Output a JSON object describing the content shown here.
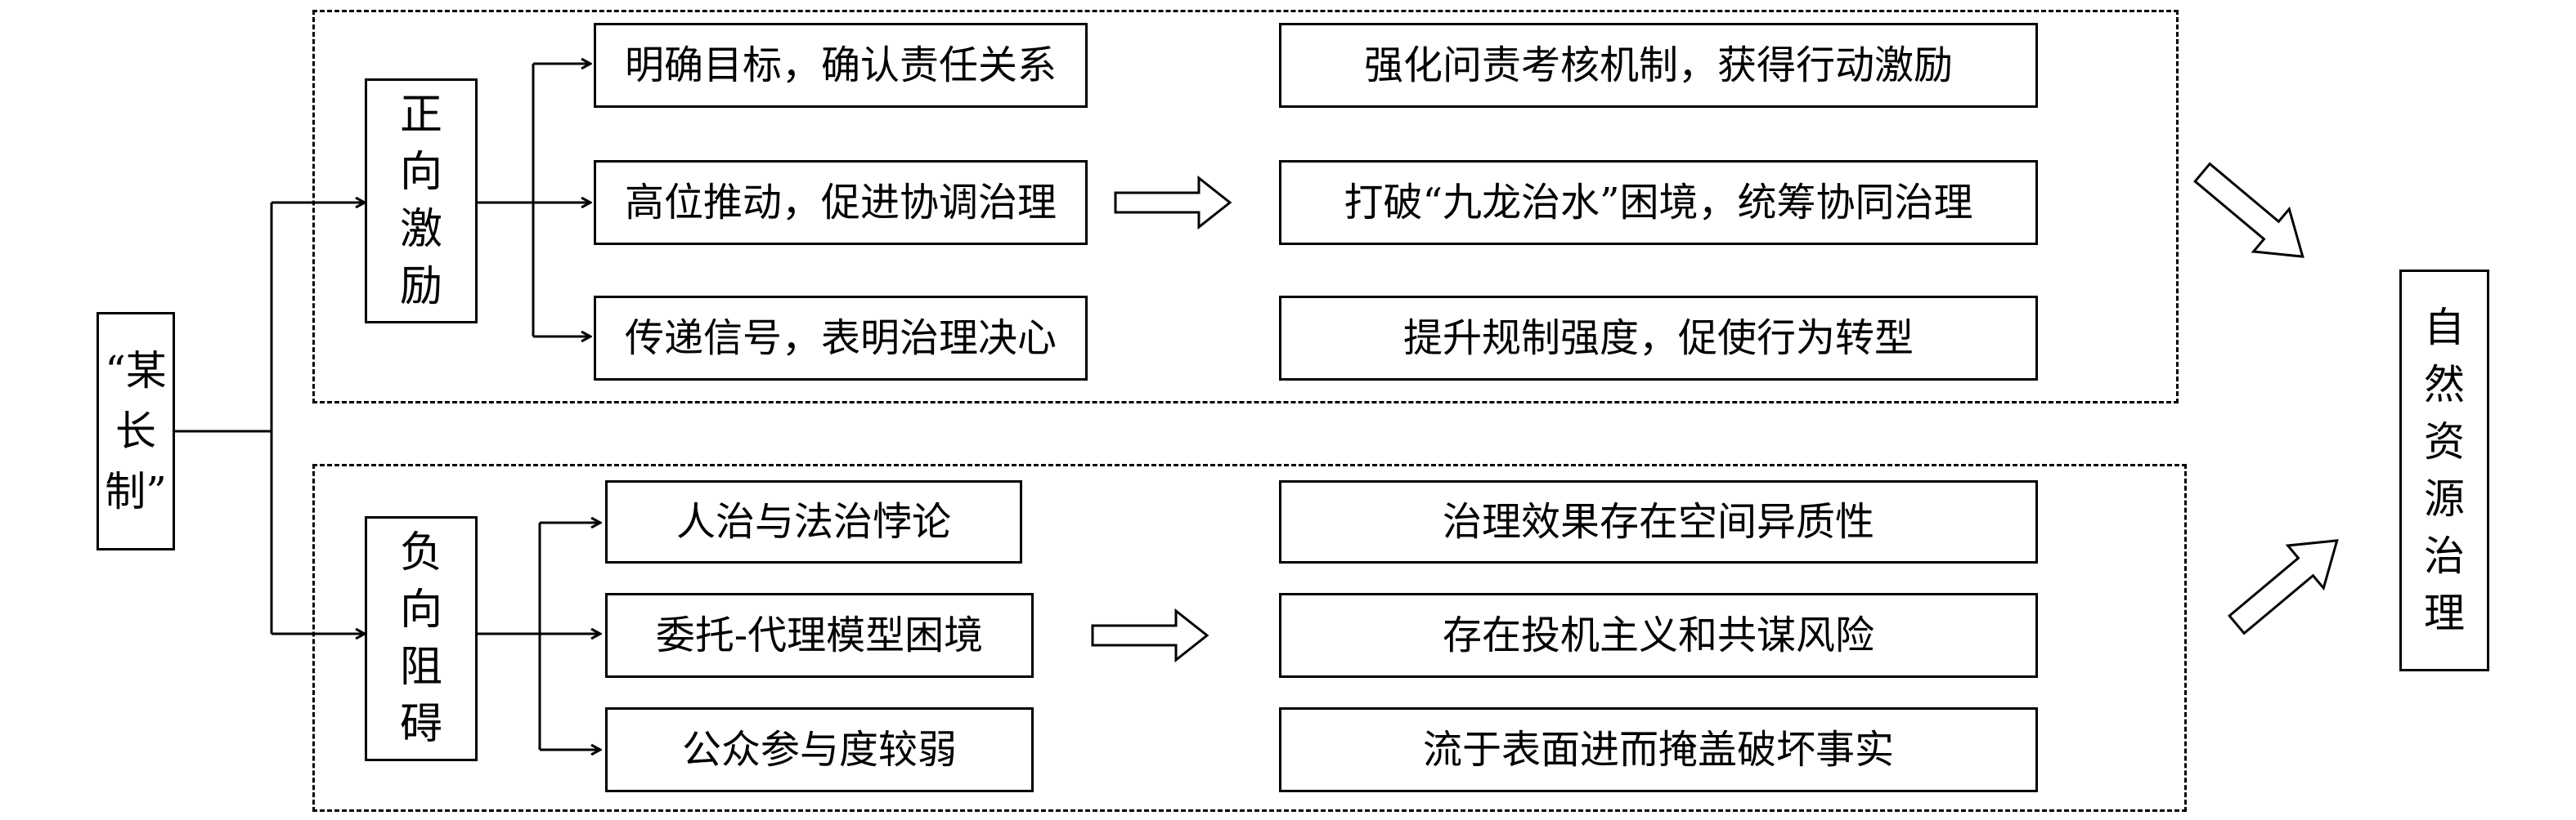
{
  "root": {
    "lines": [
      "“某",
      "长",
      "制”"
    ]
  },
  "groups": {
    "positive": {
      "label": [
        "正",
        "向",
        "激",
        "励"
      ],
      "causes": [
        "明确目标，确认责任关系",
        "高位推动，促进协调治理",
        "传递信号，表明治理决心"
      ],
      "effects": [
        "强化问责考核机制，获得行动激励",
        "打破“九龙治水”困境，统筹协同治理",
        "提升规制强度，促使行为转型"
      ]
    },
    "negative": {
      "label": [
        "负",
        "向",
        "阻",
        "碍"
      ],
      "causes": [
        "人治与法治悖论",
        "委托-代理模型困境",
        "公众参与度较弱"
      ],
      "effects": [
        "治理效果存在空间异质性",
        "存在投机主义和共谋风险",
        "流于表面进而掩盖破坏事实"
      ]
    }
  },
  "outcome": {
    "lines": [
      "自",
      "然",
      "资",
      "源",
      "治",
      "理"
    ]
  }
}
